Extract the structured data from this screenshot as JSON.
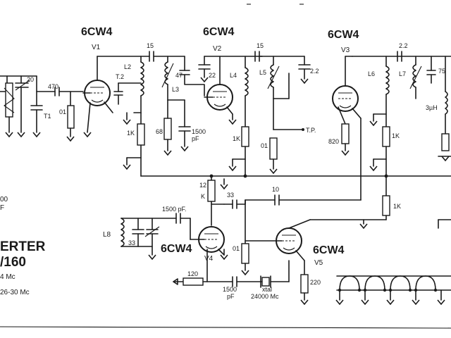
{
  "tubes": {
    "v1": {
      "type": "6CW4",
      "ref": "V1"
    },
    "v2": {
      "type": "6CW4",
      "ref": "V2"
    },
    "v3": {
      "type": "6CW4",
      "ref": "V3"
    },
    "v4": {
      "type": "6CW4",
      "ref": "V4"
    },
    "v5": {
      "type": "6CW4",
      "ref": "V5"
    }
  },
  "components": {
    "c_20": "20",
    "c_470": "470",
    "t1": "T1",
    "r_01_a": "01",
    "c_t2": "T.2",
    "l2": "L2",
    "c_15_a": "15",
    "c_47": "47",
    "l3": "L3",
    "r_1k_a": "1K",
    "r_68": "68",
    "c_1500_a": "1500",
    "c_1500_a_unit": "pF",
    "c_22_a": "22",
    "l4": "L4",
    "c_15_b": "15",
    "l5": "L5",
    "c_22_b": "2.2",
    "r_1k_b": "1K",
    "tp": "T.P.",
    "r_01_b": "01",
    "c_22_c": "2.2",
    "l6": "L6",
    "l7": "L7",
    "c_75": "75",
    "l_3uh": "3µH",
    "r_1k_c": "1K",
    "r_820": "820",
    "r_1k_d": "1K",
    "c_10": "10",
    "r_12k": "12",
    "r_12k_unit": "K",
    "c_1500_b": "1500 pF.",
    "c_33_a": "33",
    "l8": "L8",
    "c_33_b": "33",
    "r_01_c": "01",
    "r_120": "120",
    "c_1500_c": "1500",
    "c_1500_c_unit": "pF",
    "xtal": "xtal",
    "xtal_freq": "24000 Mc",
    "r_220": "220"
  },
  "title_block": {
    "line1": "ERTER",
    "line2": "/160",
    "line3": "4 Mc",
    "line4": "26-30 Mc",
    "left_a": "00",
    "left_b": "F"
  },
  "colors": {
    "ink": "#1a1a1a",
    "paper": "#ffffff"
  }
}
